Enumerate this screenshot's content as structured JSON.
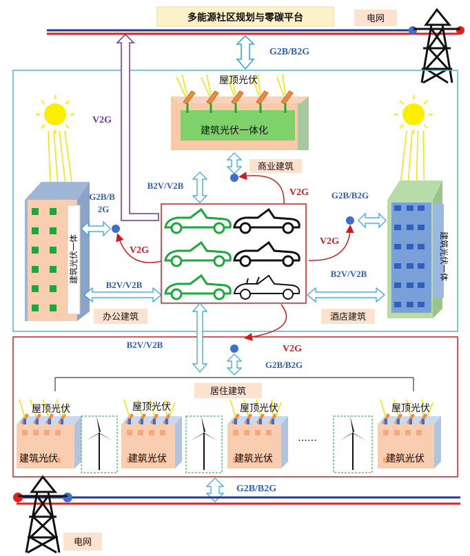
{
  "title": "多能源社区规划与零碳平台",
  "grid_label_top": "电网",
  "grid_label_bottom": "电网",
  "flows": {
    "g2b_b2g": "G2B/B2G",
    "v2g": "V2G",
    "b2v_v2b": "B2V/V2B",
    "g2b_b_line1": "G2B/B",
    "g2b_b_line2": "2G"
  },
  "buildings": {
    "commercial": "商业建筑",
    "office": "办公建筑",
    "hotel": "酒店建筑",
    "residential": "居住建筑",
    "rooftop_pv": "屋顶光伏",
    "bipv": "建筑光伏一体化",
    "bipv_vertical": "建筑光伏一体",
    "building_pv": "建筑光伏",
    "ellipsis": "……"
  },
  "colors": {
    "grid_blue": "#1f3a8f",
    "grid_red": "#e0201e",
    "teal_border": "#4bb8c8",
    "red_border": "#c8201e",
    "arrow_blue": "#2f9ee0",
    "purple": "#7030a0",
    "red_text": "#d01c1c",
    "blue_text": "#2e5dbf",
    "green_car": "#1aa83a",
    "sun": "#ffee00"
  }
}
